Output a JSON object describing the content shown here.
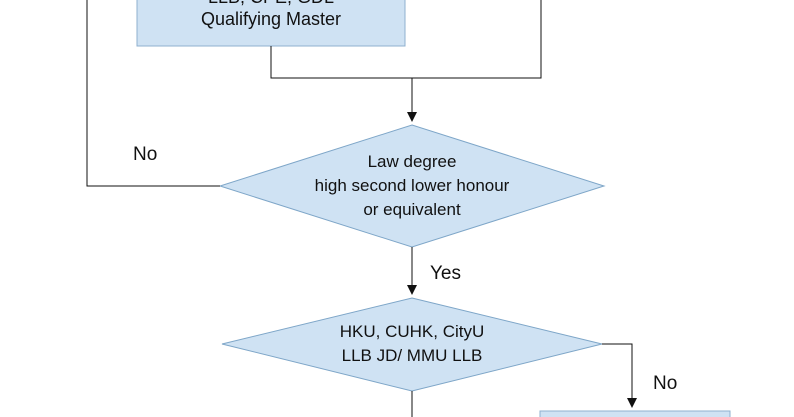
{
  "diagram": {
    "top_box": {
      "line1": "LLB, CPE, GDL",
      "line2": "Qualifying Master"
    },
    "decision1": {
      "line1": "Law degree",
      "line2": "high second lower honour",
      "line3": "or equivalent"
    },
    "decision2": {
      "line1": "HKU, CUHK, CityU",
      "line2": "LLB JD/ MMU LLB"
    },
    "edge_labels": {
      "no_left": "No",
      "yes_down": "Yes",
      "no_right": "No"
    },
    "colors": {
      "shape_fill": "#cfe2f3",
      "shape_stroke": "#5b8bb5",
      "line": "#111111"
    }
  }
}
